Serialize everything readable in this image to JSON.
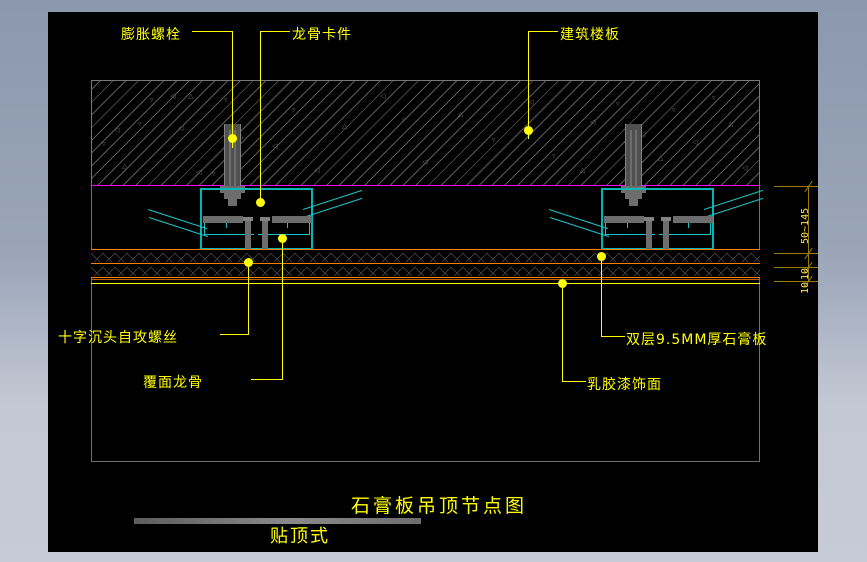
{
  "drawing": {
    "title": "石膏板吊顶节点图",
    "subtitle": "贴顶式",
    "background_color": "#000000",
    "page_background": "#9aa5b8"
  },
  "labels": {
    "expansion_bolt": "膨胀螺栓",
    "keel_clip": "龙骨卡件",
    "floor_slab": "建筑楼板",
    "self_tapping_screw": "十字沉头自攻螺丝",
    "face_keel": "覆面龙骨",
    "gypsum_board": "双层9.5MM厚石膏板",
    "latex_paint": "乳胶漆饰面"
  },
  "dimensions": {
    "hanger_height": "50~145",
    "board_1": "10",
    "board_2": "10"
  },
  "colors": {
    "annotation": "#ffff00",
    "concrete_hatch": "#5a5a5a",
    "slab_bottom_line": "#ff00ff",
    "keel": "#00b7b7",
    "gypsum_line": "#ff8000",
    "dimension": "#9a7d00",
    "metal": "#6d6d6d"
  }
}
